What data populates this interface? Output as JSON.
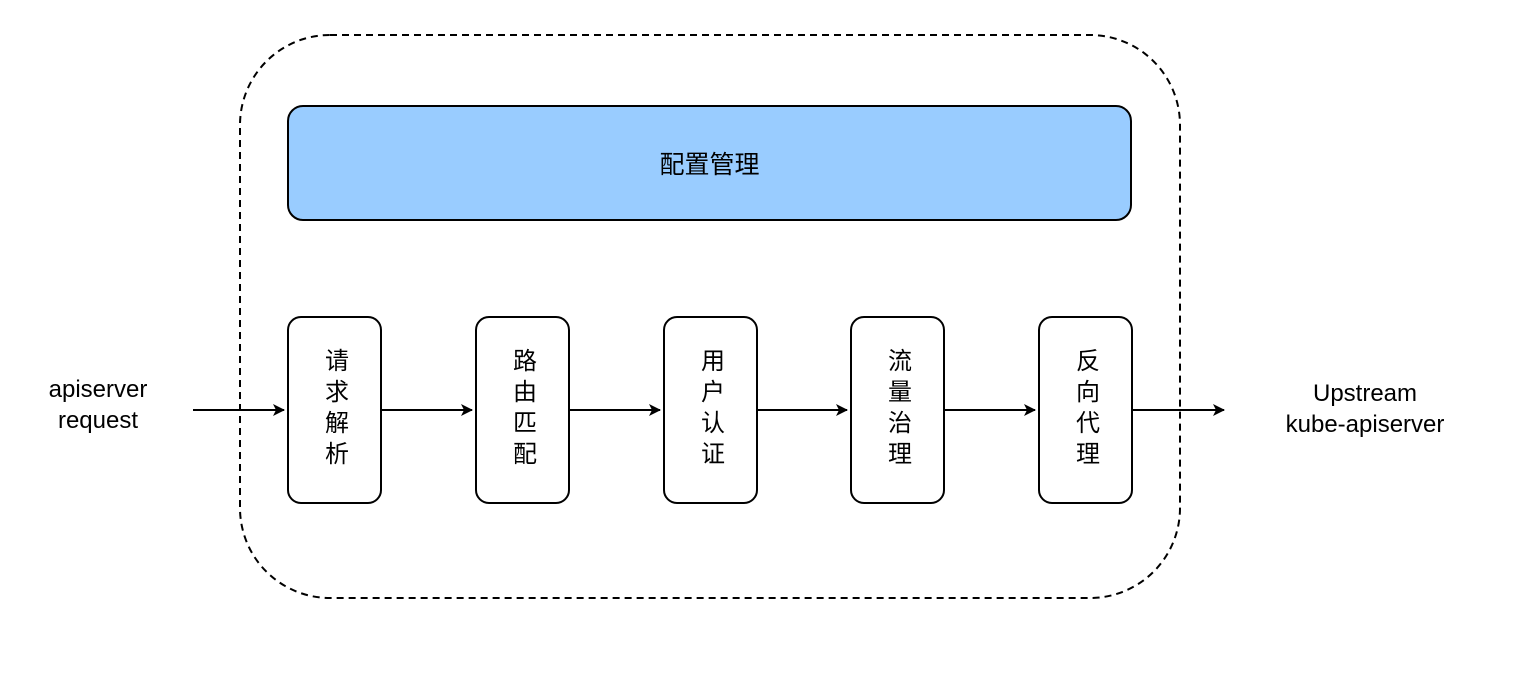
{
  "input": {
    "line1": "apiserver",
    "line2": "request"
  },
  "output": {
    "line1": "Upstream",
    "line2": "kube-apiserver"
  },
  "config_box": {
    "label": "配置管理",
    "fill": "#99ccff"
  },
  "stages": [
    {
      "label": "请求解析"
    },
    {
      "label": "路由匹配"
    },
    {
      "label": "用户认证"
    },
    {
      "label": "流量治理"
    },
    {
      "label": "反向代理"
    }
  ],
  "colors": {
    "stroke": "#000000",
    "background": "#ffffff"
  }
}
